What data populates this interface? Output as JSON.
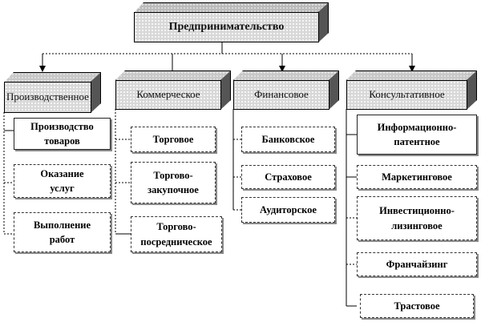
{
  "root": {
    "label": "Предпринимательство"
  },
  "categories": [
    {
      "label": "Производственное",
      "children": [
        "Производство товаров",
        "Оказание услуг",
        "Выполнение работ"
      ]
    },
    {
      "label": "Коммерческое",
      "children": [
        "Торговое",
        "Торгово-закупочное",
        "Торгово-посредническое"
      ]
    },
    {
      "label": "Финансовое",
      "children": [
        "Банковское",
        "Страховое",
        "Аудиторское"
      ]
    },
    {
      "label": "Консультативное",
      "children": [
        "Информационно-патентное",
        "Маркетинговое",
        "Инвестиционно-лизинговое",
        "Франчайзинг",
        "Трастовое"
      ]
    }
  ]
}
